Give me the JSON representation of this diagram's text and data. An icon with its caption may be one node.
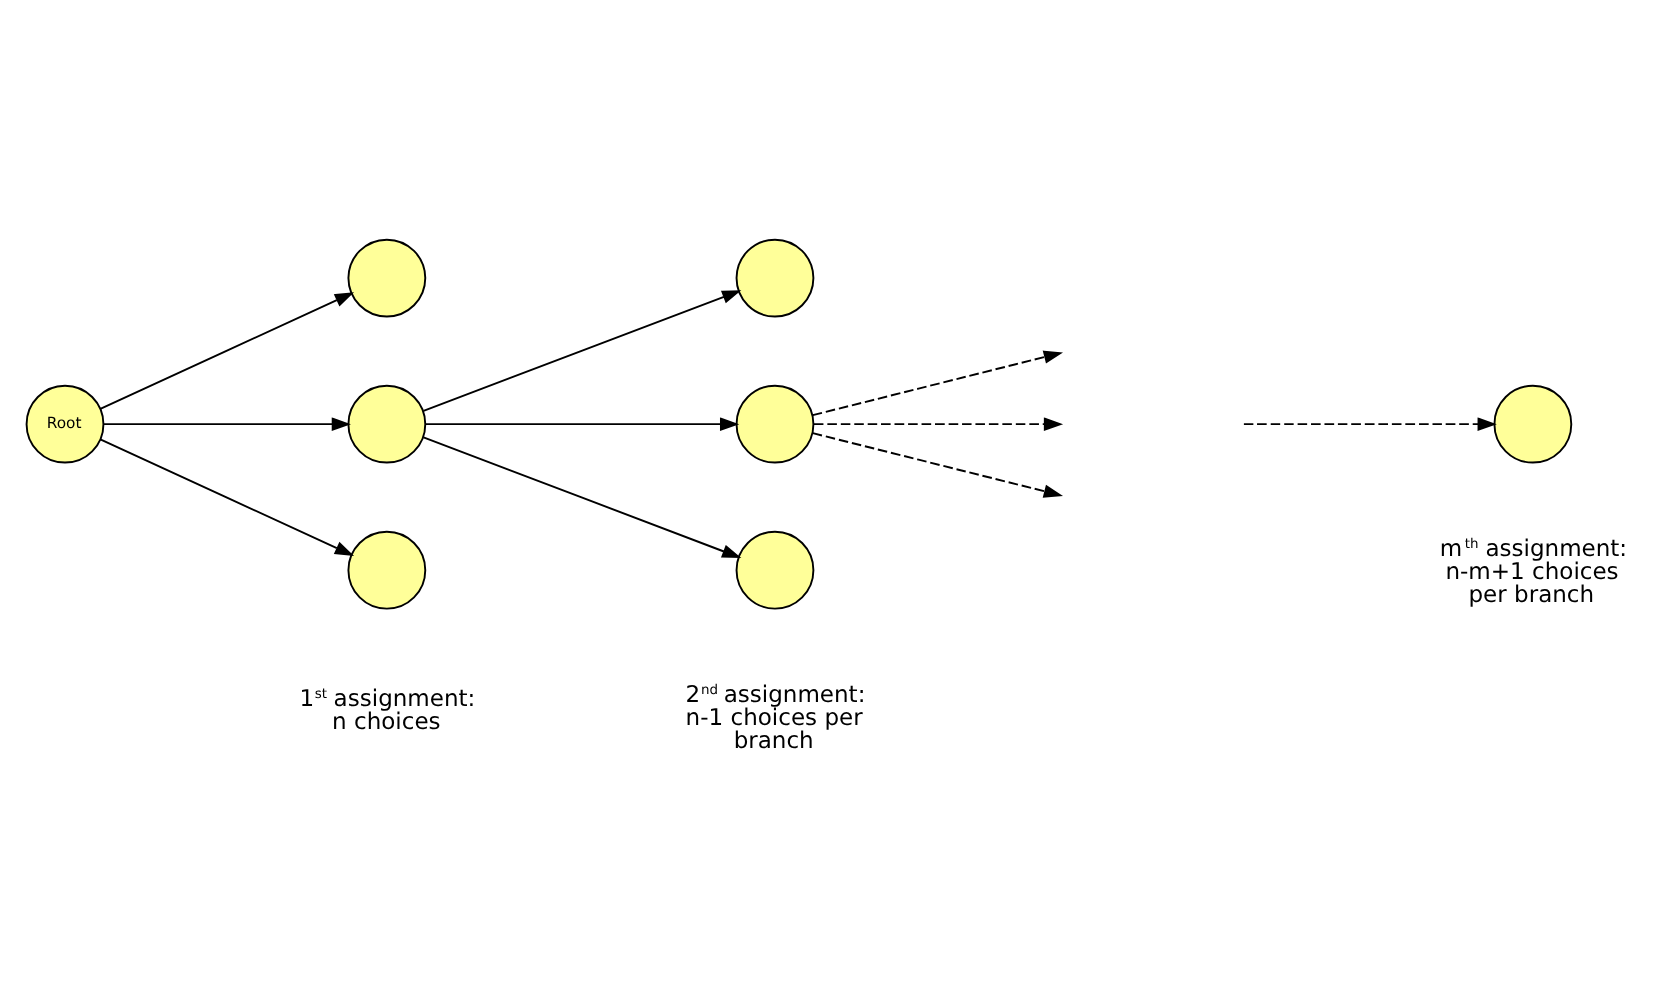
{
  "diagram": {
    "nodes": [
      {
        "text": [
          "Root"
        ]
      },
      {
        "text": [],
        "shape": "circle"
      },
      {
        "text": [],
        "shape": "circle"
      },
      {
        "text": [],
        "shape": "circle"
      },
      {
        "text": [],
        "shape": "circle"
      },
      {
        "text": [],
        "shape": "circle"
      },
      {
        "text": [],
        "shape": "circle"
      },
      {
        "text": [],
        "shape": "circle"
      }
    ],
    "edges": [
      {
        "from": 0,
        "to": 1,
        "arrow": "to"
      },
      {
        "from": 0,
        "to": 2,
        "arrow": "to"
      },
      {
        "from": 0,
        "to": 3,
        "arrow": "to"
      },
      {
        "from": 2,
        "to": 4,
        "arrow": "to"
      },
      {
        "from": 2,
        "to": 5,
        "arrow": "to"
      },
      {
        "from": 2,
        "to": 6,
        "arrow": "to"
      },
      {
        "from": 5,
        "to": null,
        "arrow": "to",
        "style": "dashed"
      },
      {
        "from": 5,
        "to": null,
        "arrow": "to",
        "style": "dashed"
      },
      {
        "from": 5,
        "to": null,
        "arrow": "to",
        "style": "dashed"
      },
      {
        "from": null,
        "to": 7,
        "arrow": "to",
        "style": "dashed"
      }
    ],
    "labels": [
      "1$^{st}$ assignment: n choices",
      "2$^{nd}$ assignment: n-1 choices per branch",
      "m$^{th}$ assignment: n-m+1 choices per branch"
    ]
  }
}
